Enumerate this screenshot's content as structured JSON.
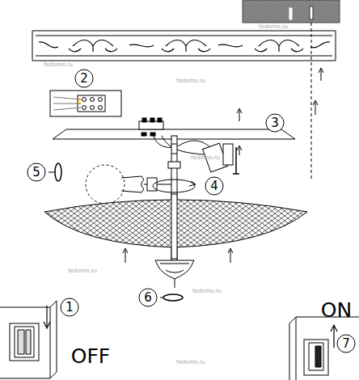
{
  "diagram": {
    "labels": [
      "fedomo.ru",
      "fedomo.ru",
      "2",
      "fedomo.ru",
      "3",
      "5",
      "4",
      "fedomo.ru",
      "fedomo.ru",
      "fedomo.ru",
      "6",
      "ON",
      "1",
      "7",
      "OFF",
      "fedomo.ru"
    ]
  }
}
